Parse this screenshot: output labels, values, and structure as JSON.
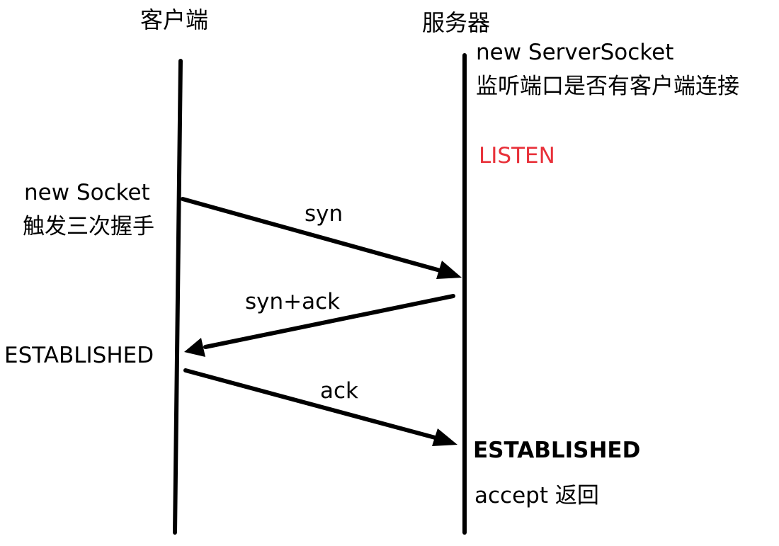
{
  "lanes": {
    "client": "客户端",
    "server": "服务器"
  },
  "server_notes": {
    "line1": "new ServerSocket",
    "line2": "监听端口是否有客户端连接",
    "state_listen": "LISTEN",
    "state_established": "ESTABLISHED",
    "accept_return": "accept 返回"
  },
  "client_notes": {
    "line1": "new Socket",
    "line2": "触发三次握手",
    "state_established": "ESTABLISHED"
  },
  "messages": {
    "syn": "syn",
    "syn_ack": "syn+ack",
    "ack": "ack"
  },
  "colors": {
    "line": "#000000",
    "listen": "#e8313a"
  }
}
